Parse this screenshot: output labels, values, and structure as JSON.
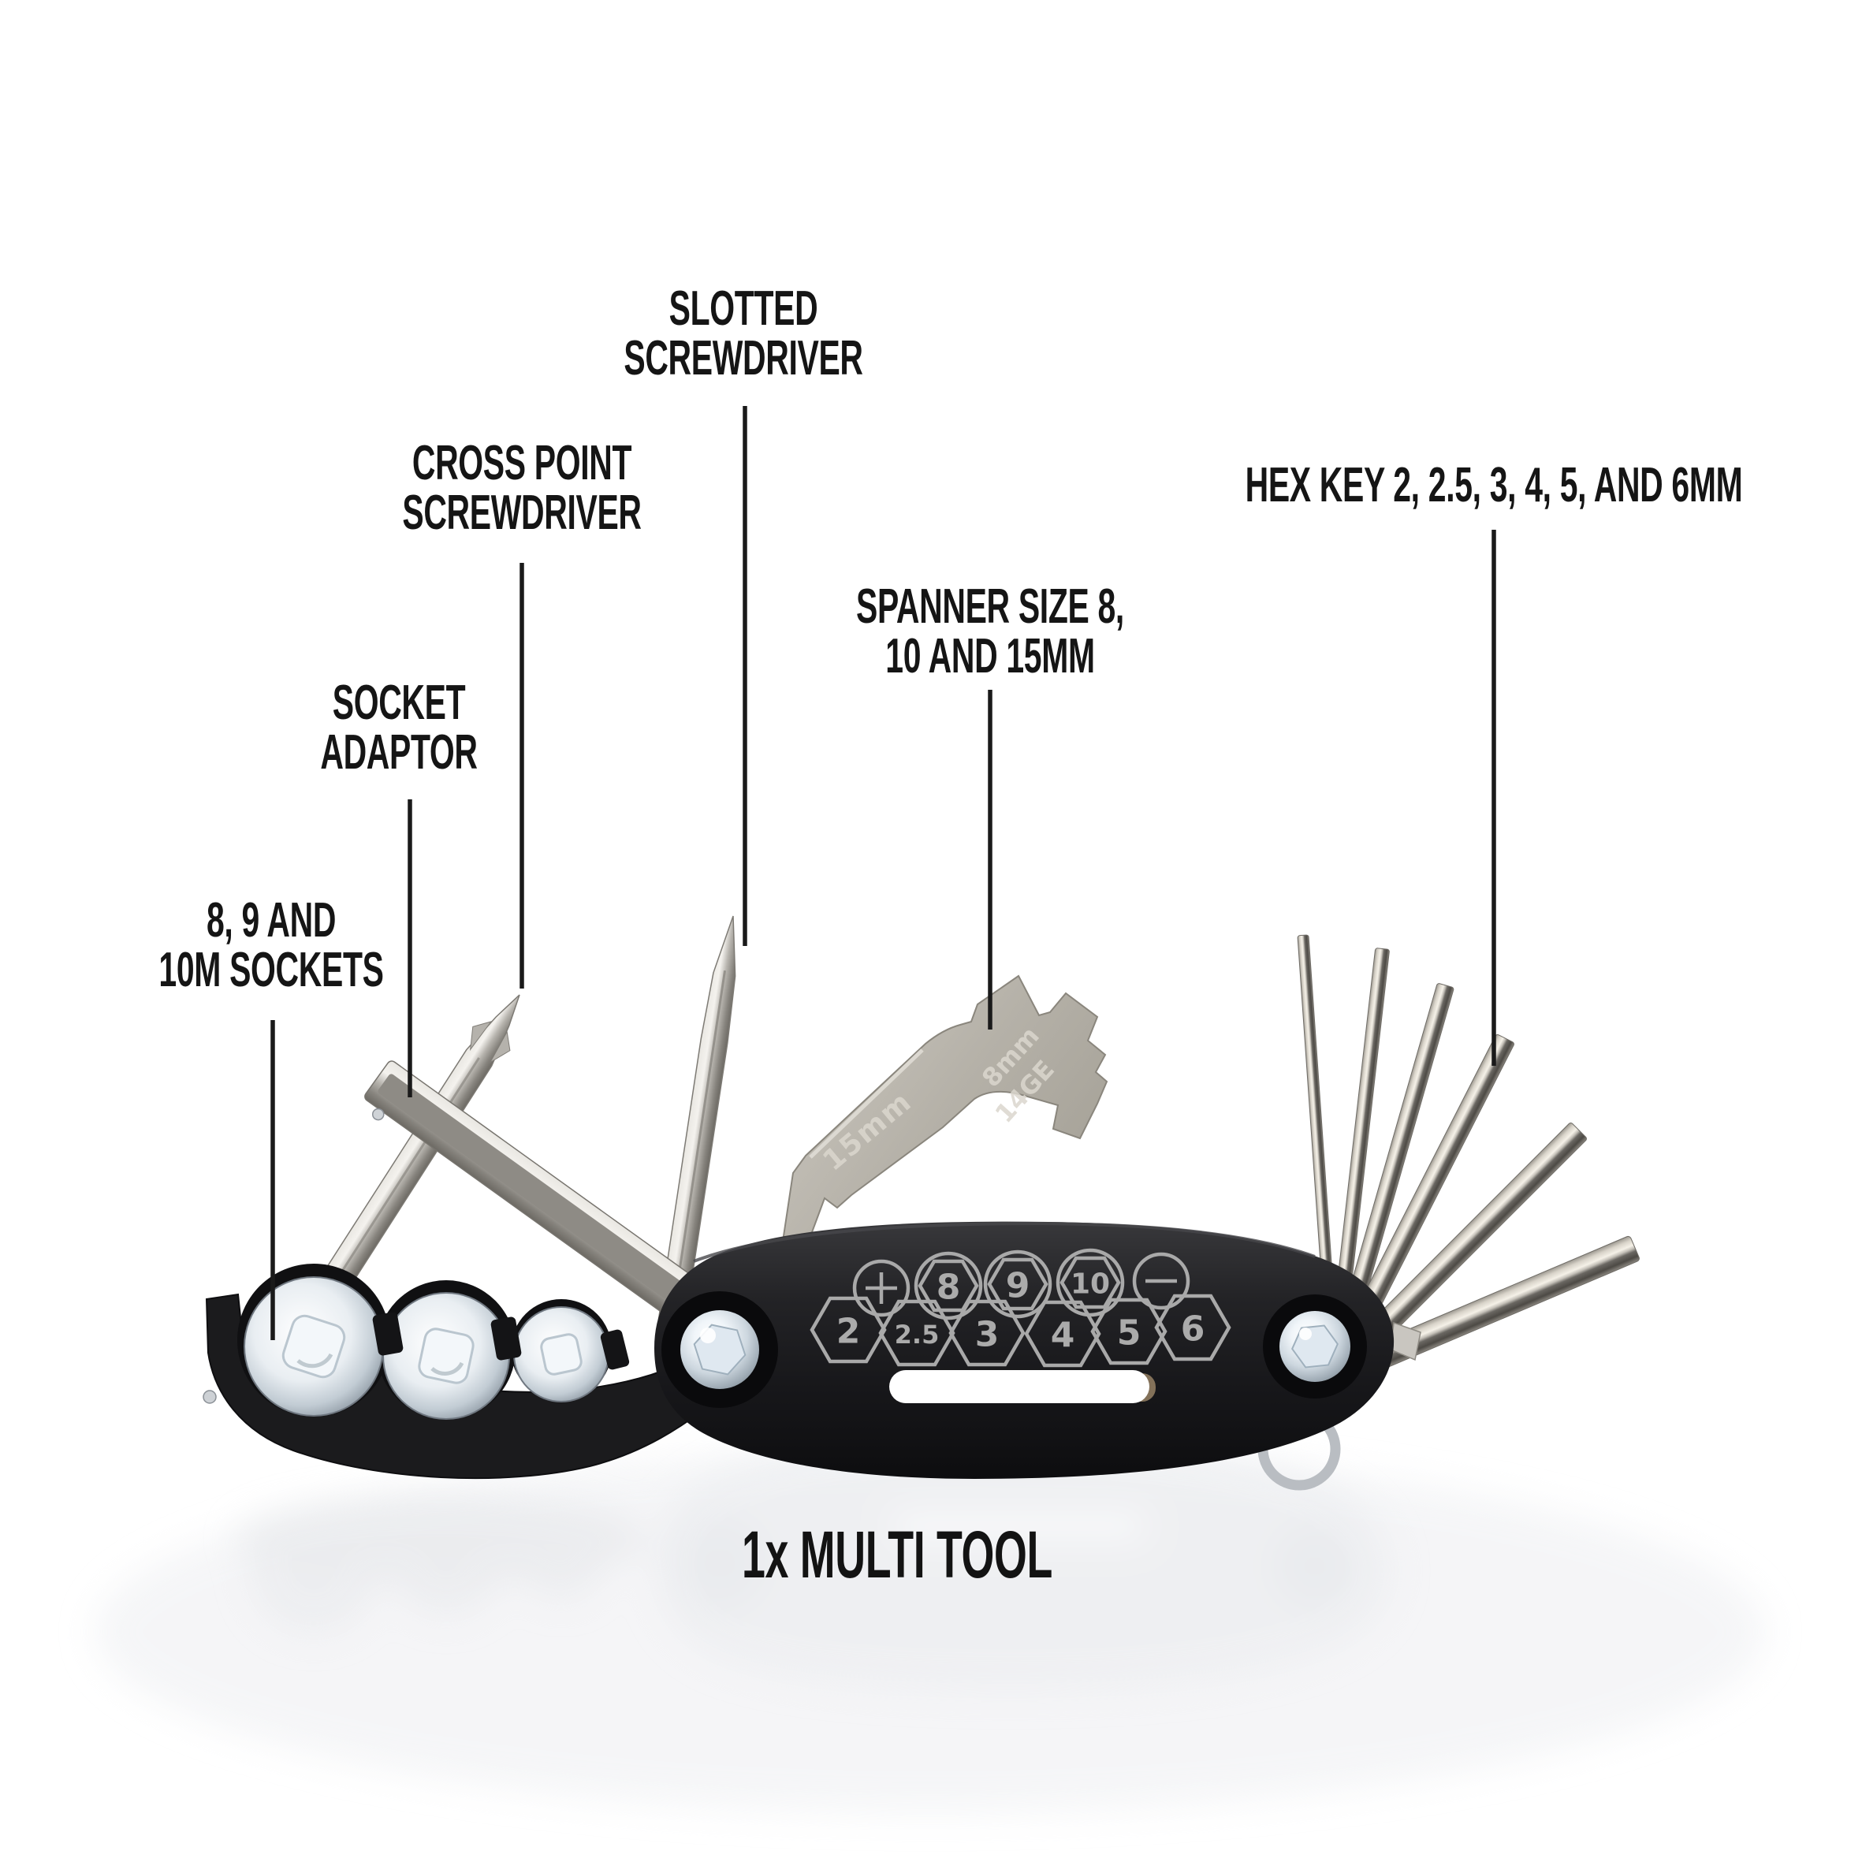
{
  "caption": {
    "text": "1x MULTI TOOL"
  },
  "callouts": [
    {
      "id": "slotted-screwdriver",
      "lines": [
        "SLOTTED",
        "SCREWDRIVER"
      ]
    },
    {
      "id": "cross-point-screwdriver",
      "lines": [
        "CROSS POINT",
        "SCREWDRIVER"
      ]
    },
    {
      "id": "socket-adaptor",
      "lines": [
        "SOCKET",
        "ADAPTOR"
      ]
    },
    {
      "id": "sockets-8-9-10",
      "lines": [
        "8, 9 AND",
        "10M SOCKETS"
      ]
    },
    {
      "id": "hex-keys",
      "lines": [
        "HEX KEY 2, 2.5, 3, 4, 5, AND 6MM"
      ]
    },
    {
      "id": "spanner",
      "lines": [
        "SPANNER SIZE 8,",
        "10 AND 15MM"
      ]
    }
  ],
  "handle_markings": {
    "top_row": [
      "+",
      "8",
      "9",
      "10",
      "−"
    ],
    "bottom_row": [
      "2",
      "2.5",
      "3",
      "4",
      "5",
      "6"
    ]
  },
  "spanner_markings": {
    "arm": "15mm",
    "head_line1": "8mm",
    "head_line2": "14GE"
  },
  "colors": {
    "background": "#ffffff",
    "label_text": "#151515",
    "leader_line": "#1a1a1a",
    "handle": "#1c1c1e",
    "engraving": "#ababab",
    "steel_light": "#f2efe9",
    "steel_dark": "#8e8b85"
  }
}
